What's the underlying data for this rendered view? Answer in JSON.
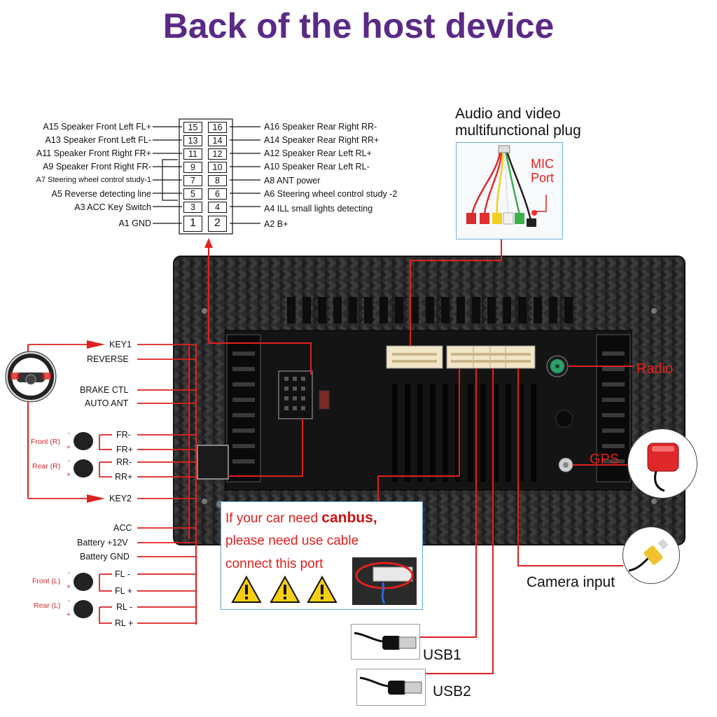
{
  "title": "Back of the host device",
  "pins_left": [
    {
      "label": "A15  Speaker Front Left FL+",
      "left": "15",
      "right": "16"
    },
    {
      "label": "A13  Speaker Front Left FL-",
      "left": "13",
      "right": "14"
    },
    {
      "label": "A11  Speaker Front Right FR+",
      "left": "11",
      "right": "12"
    },
    {
      "label": "A9    Speaker Front Right FR-",
      "left": "9",
      "right": "10"
    },
    {
      "label": "A7   Steering wheel control study-1",
      "left": "7",
      "right": "8"
    },
    {
      "label": "A5   Reverse detecting line",
      "left": "5",
      "right": "6"
    },
    {
      "label": "A3 ACC Key Switch",
      "left": "3",
      "right": "4"
    },
    {
      "label": "A1 GND",
      "left": "1",
      "right": "2"
    }
  ],
  "pins_right": [
    "A16 Speaker Rear Right RR-",
    "A14 Speaker Rear Right RR+",
    "A12 Speaker Rear Left RL+",
    "A10 Speaker Rear Left RL-",
    "A8   ANT power",
    "A6   Steering wheel control study -2",
    "A4   ILL small lights detecting",
    "A2   B+"
  ],
  "wires_top": [
    "KEY1",
    "REVERSE",
    "BRAKE CTL",
    "AUTO ANT"
  ],
  "speaker_front": {
    "name": "Front (R)",
    "a": "FR-",
    "b": "FR+"
  },
  "speaker_rear": {
    "name": "Rear (R)",
    "a": "RR-",
    "b": "RR+"
  },
  "key2": "KEY2",
  "wires_power": [
    "ACC",
    "Battery +12V",
    "Battery GND"
  ],
  "speaker_front_l": {
    "name": "Front (L)",
    "a": "FL -",
    "b": "FL +"
  },
  "speaker_rear_l": {
    "name": "Rear (L)",
    "a": "RL -",
    "b": "RL +"
  },
  "signs": {
    "minus": "-",
    "plus": "+"
  },
  "av_plug": {
    "line1": "Audio and video",
    "line2": "multifunctional plug",
    "mic1": "MIC",
    "mic2": "Port"
  },
  "radio": "Radio",
  "gps": "GPS",
  "camera": "Camera input",
  "usb1": "USB1",
  "usb2": "USB2",
  "canbus": {
    "pre": "If your car need ",
    "bold": "canbus,",
    "line2": "please need use cable",
    "line3": "connect this port"
  },
  "colors": {
    "title": "#5b2a86",
    "wire": "#e02020",
    "box": "#59a8dc"
  }
}
